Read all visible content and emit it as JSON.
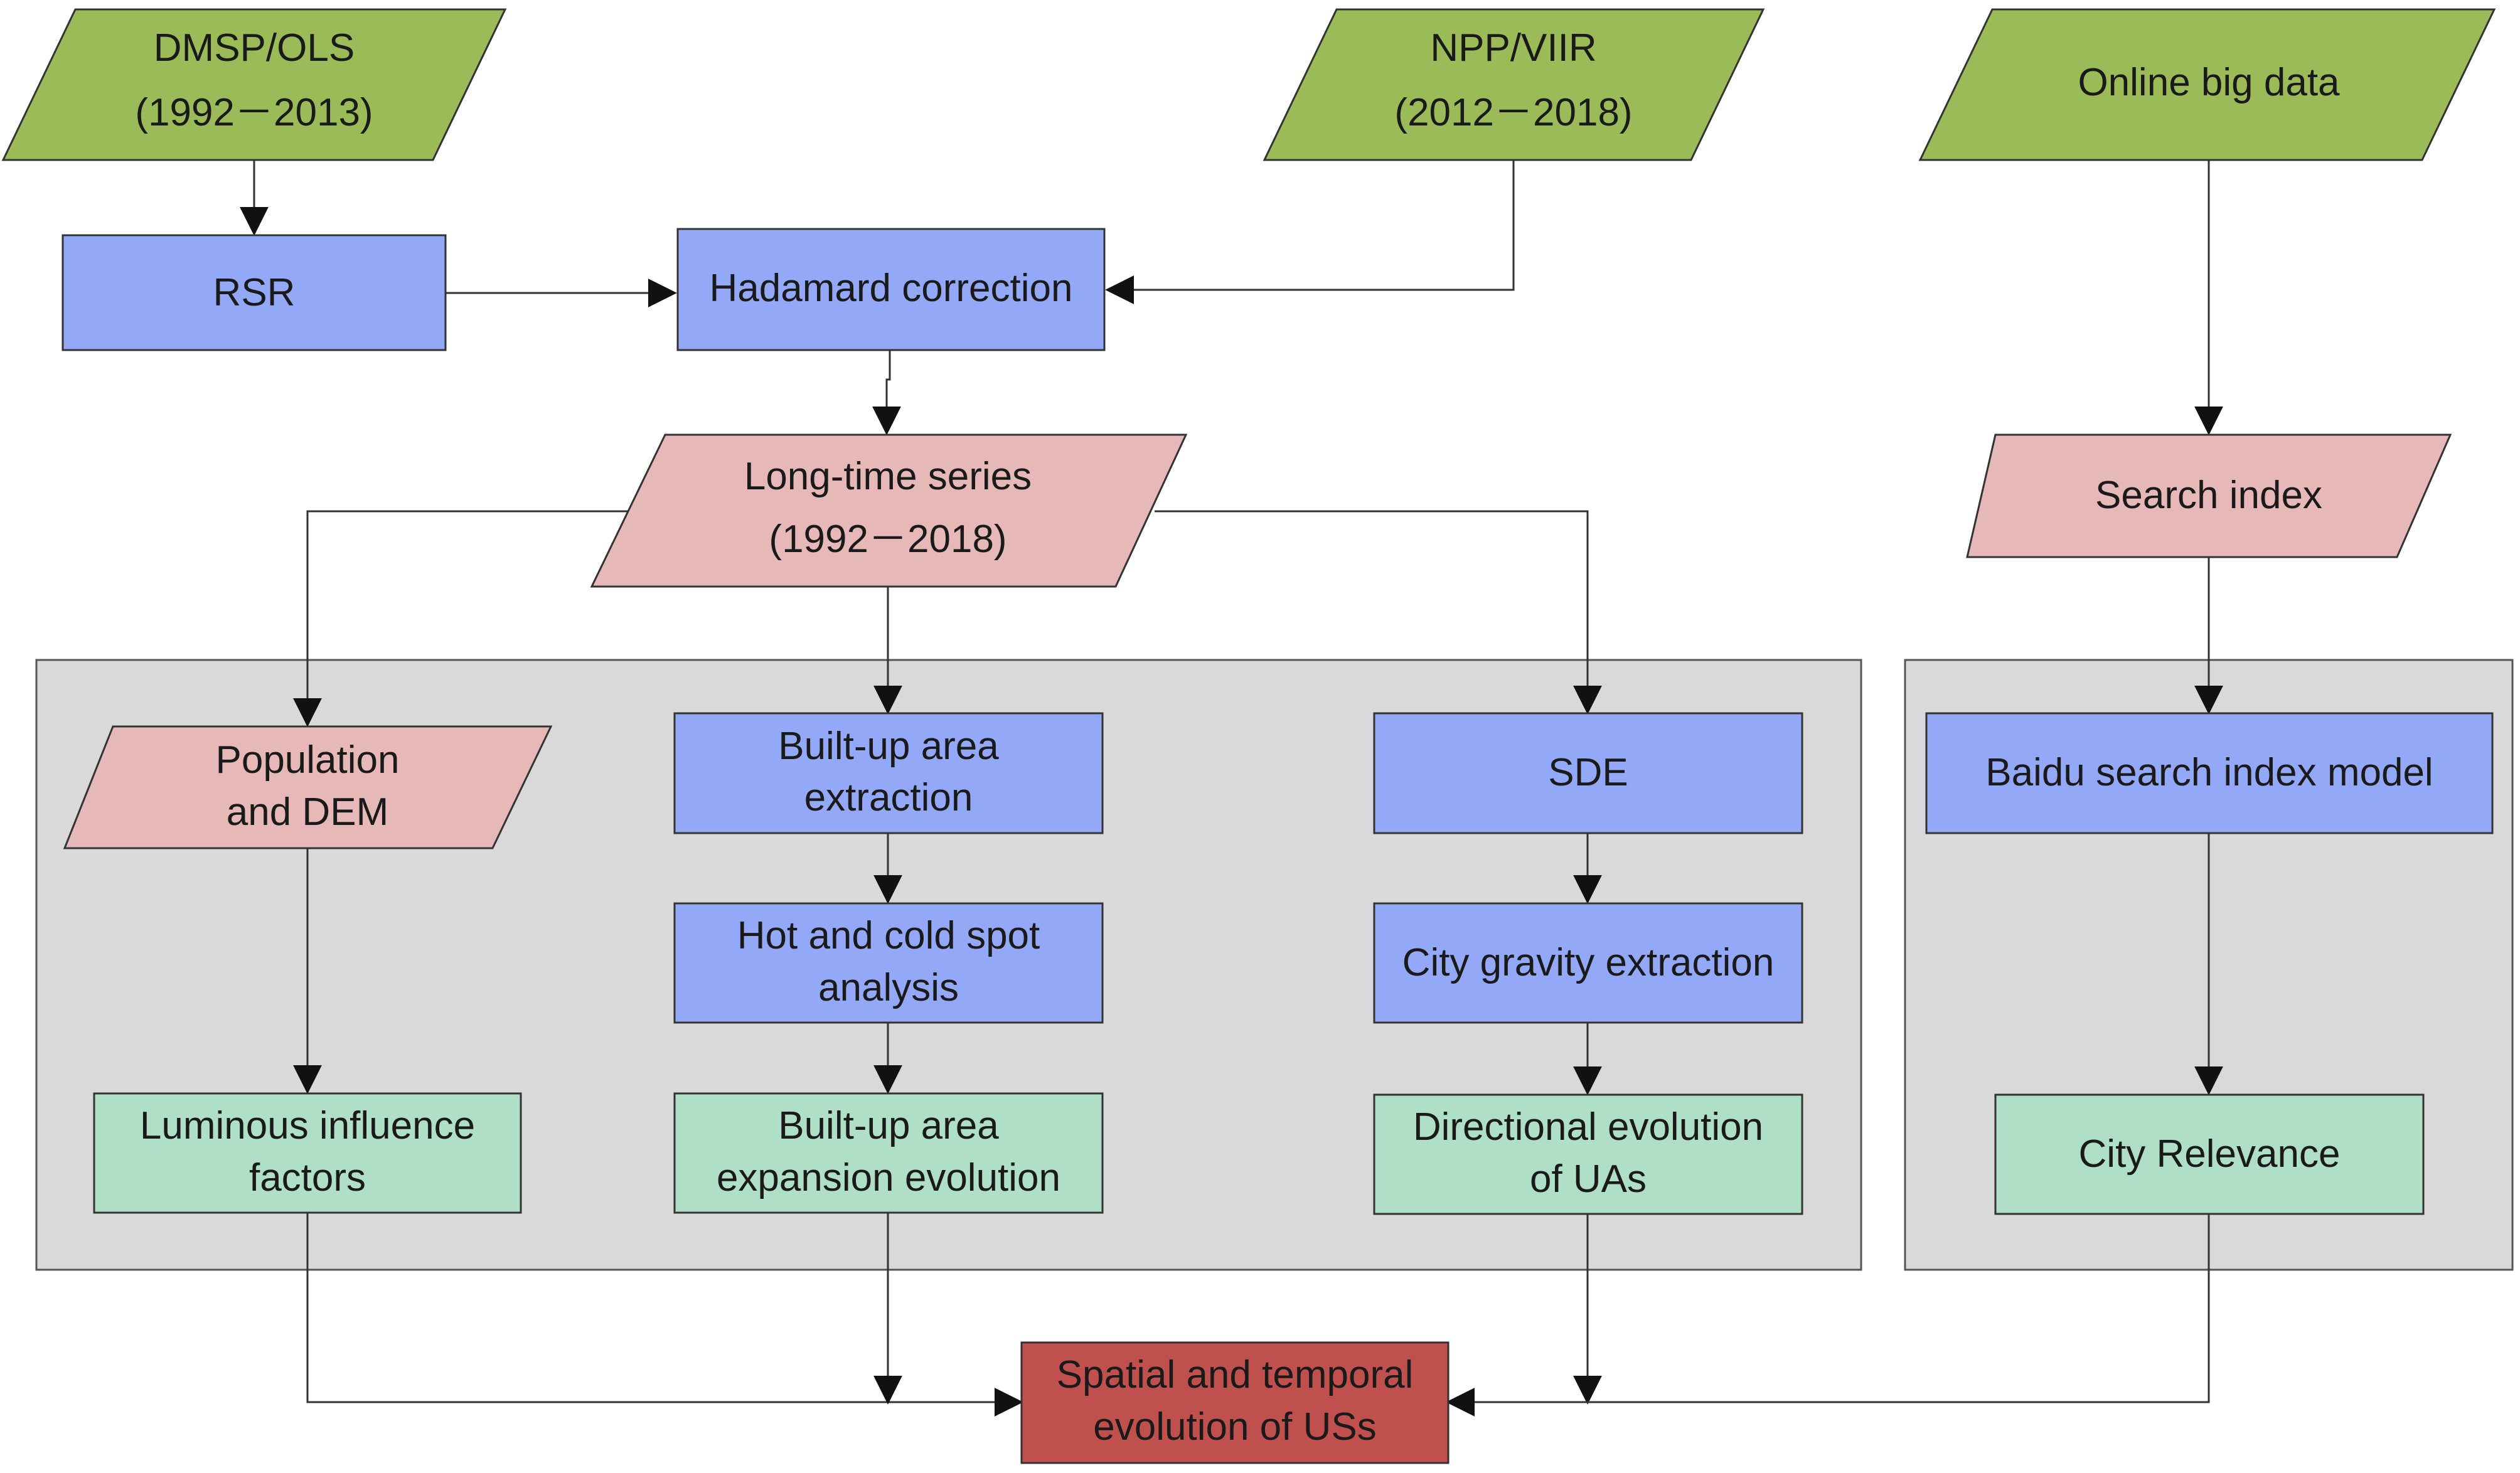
{
  "colors": {
    "data_green": "#9bbb59",
    "process_blue": "#94a8f8",
    "intermediate_pink": "#e6b9b8",
    "output_teal": "#afdfc6",
    "final_red": "#c0504d",
    "panel_gray": "#d9d9d9",
    "stroke": "#333333"
  },
  "nodes": {
    "dmsp": {
      "line1": "DMSP/OLS",
      "line2": "(1992－2013)"
    },
    "npp": {
      "line1": "NPP/VIIR",
      "line2": "(2012－2018)"
    },
    "online": {
      "line1": "Online big data"
    },
    "rsr": {
      "line1": "RSR"
    },
    "hadamard": {
      "line1": "Hadamard correction"
    },
    "longtime": {
      "line1": "Long-time series",
      "line2": "(1992－2018)"
    },
    "search": {
      "line1": "Search index"
    },
    "population": {
      "line1": "Population",
      "line2": "and DEM"
    },
    "builtup_ext": {
      "line1": "Built-up area",
      "line2": "extraction"
    },
    "sde": {
      "line1": "SDE"
    },
    "baidu": {
      "line1": "Baidu search index model"
    },
    "hotcold": {
      "line1": "Hot and cold spot",
      "line2": "analysis"
    },
    "gravity": {
      "line1": "City gravity extraction"
    },
    "luminous": {
      "line1": "Luminous influence",
      "line2": "factors"
    },
    "builtup_exp": {
      "line1": "Built-up area",
      "line2": "expansion evolution"
    },
    "directional": {
      "line1": "Directional evolution",
      "line2": "of UAs"
    },
    "relevance": {
      "line1": "City Relevance"
    },
    "final": {
      "line1": "Spatial and temporal",
      "line2": "evolution of USs"
    }
  }
}
